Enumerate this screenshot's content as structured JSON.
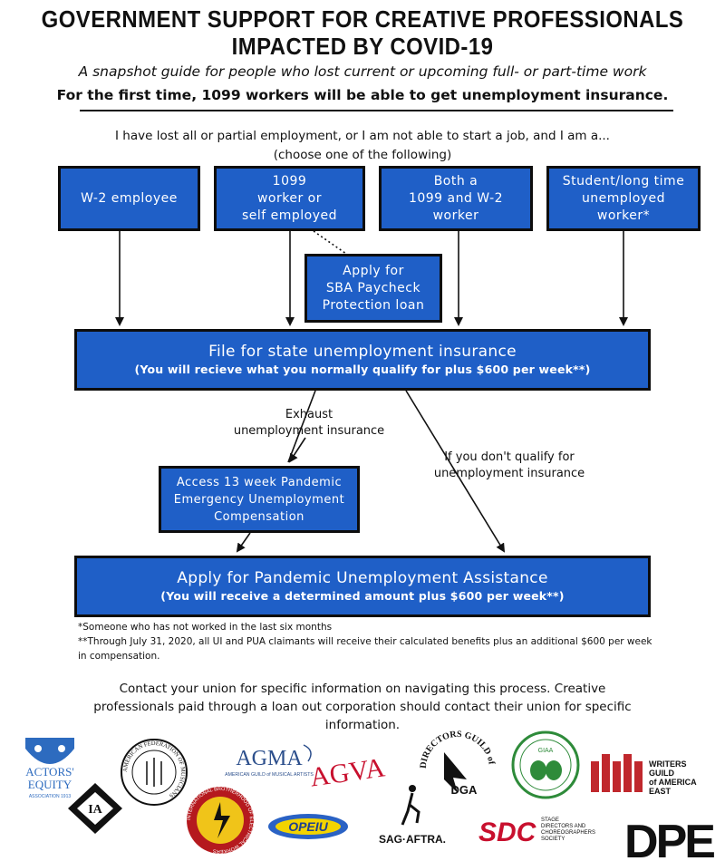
{
  "header": {
    "title_line1": "GOVERNMENT SUPPORT FOR CREATIVE PROFESSIONALS",
    "title_line2": "IMPACTED BY COVID-19",
    "subtitle": "A snapshot guide for people who lost current or upcoming full- or part-time work",
    "tagline": "For the first time, 1099 workers will be able to get unemployment insurance."
  },
  "prompt": {
    "line1": "I have lost all or partial employment, or I am not able to start a job, and I am a...",
    "line2": "(choose one of the following)"
  },
  "options": {
    "w2": "W-2 employee",
    "worker_1099": "1099\nworker or\nself employed",
    "both": "Both a\n1099 and W-2\nworker",
    "student": "Student/long time\nunemployed\nworker*"
  },
  "sba": "Apply for\nSBA Paycheck\nProtection loan",
  "file_ui": {
    "line1": "File for state unemployment insurance",
    "line2": "(You will recieve what you normally qualify for plus $600 per week**)"
  },
  "exhaust_label": "Exhaust\nunemployment insurance",
  "noqual_label": "If you don't qualify for\nunemployment insurance",
  "pueca": "Access 13 week Pandemic\nEmergency Unemployment\nCompensation",
  "pua": {
    "line1": "Apply for Pandemic Unemployment Assistance",
    "line2": "(You will receive a determined amount plus $600 per week**)"
  },
  "footnotes": {
    "f1": "*Someone who has not worked in the last six months",
    "f2": "**Through July 31, 2020, all UI and PUA claimants will receive their calculated benefits plus an additional $600 per week in compensation."
  },
  "contact": "Contact your union for specific information on navigating this process. Creative professionals paid through a loan out corporation should contact their union for specific information.",
  "logos": {
    "equity_line1": "ACTORS'",
    "equity_line2": "EQUITY",
    "equity_sub": "ASSOCIATION 1913",
    "afm": "AMERICAN FEDERATION OF MUSICIANS",
    "agma": "AGMA",
    "agma_sub": "AMERICAN GUILD of MUSICAL ARTISTS",
    "agva": "AGVA",
    "dga": "DGA",
    "dga_ring": "DIRECTORS GUILD of AMERICA",
    "giaa": "GIAA",
    "wga_line1": "WRITERS",
    "wga_line2": "GUILD",
    "wga_line3": "of AMERICA",
    "wga_line4": "EAST",
    "iatse": "IA",
    "ibew_ring": "INTERNATIONAL BROTHERHOOD OF ELECTRICAL WORKERS",
    "opeiu": "OPEIU",
    "sag": "SAG·AFTRA.",
    "sdc": "SDC",
    "sdc_sub1": "STAGE",
    "sdc_sub2": "DIRECTORS AND",
    "sdc_sub3": "CHOREOGRAPHERS",
    "sdc_sub4": "SOCIETY",
    "dpe": "DPE"
  },
  "colors": {
    "box_blue": "#1f5fc7",
    "ink": "#111111",
    "sdc_red": "#c8102e",
    "wga_red": "#c0282d",
    "equity_blue": "#2d6bbf"
  }
}
